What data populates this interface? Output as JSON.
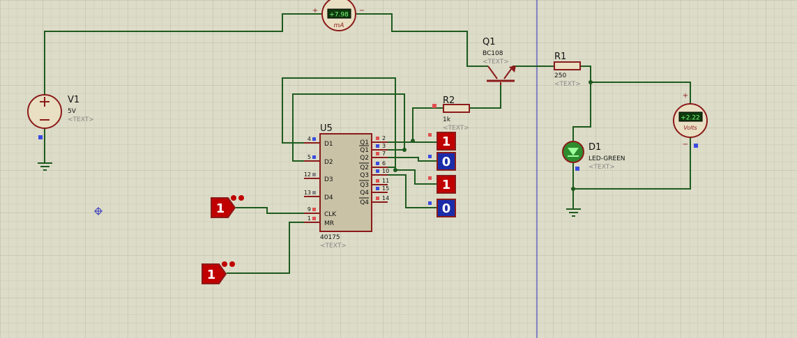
{
  "schematic": {
    "ammeter": {
      "reading": "+7.98",
      "unit": "mA",
      "plus": "+",
      "minus": "−"
    },
    "voltmeter": {
      "reading": "+2.22",
      "unit": "Volts",
      "plus": "+",
      "minus": "−"
    },
    "transistor": {
      "ref": "Q1",
      "value": "BC108",
      "text": "<TEXT>"
    },
    "r1": {
      "ref": "R1",
      "value": "250",
      "text": "<TEXT>"
    },
    "r2": {
      "ref": "R2",
      "value": "1k",
      "text": "<TEXT>"
    },
    "v1": {
      "ref": "V1",
      "value": "5V",
      "text": "<TEXT>"
    },
    "d1": {
      "ref": "D1",
      "value": "LED-GREEN",
      "text": "<TEXT>"
    },
    "ic": {
      "ref": "U5",
      "value": "40175",
      "text": "<TEXT>",
      "left_pins": [
        {
          "num": "4",
          "label": "D1"
        },
        {
          "num": "5",
          "label": "D2"
        },
        {
          "num": "12",
          "label": "D3"
        },
        {
          "num": "13",
          "label": "D4"
        },
        {
          "num": "9",
          "label": "CLK"
        },
        {
          "num": "1",
          "label": "MR"
        }
      ],
      "right_pins": [
        {
          "num": "2",
          "label": "Q1"
        },
        {
          "num": "3",
          "label": "Q1"
        },
        {
          "num": "7",
          "label": "Q2"
        },
        {
          "num": "6",
          "label": "Q2"
        },
        {
          "num": "10",
          "label": "Q3"
        },
        {
          "num": "11",
          "label": "Q3"
        },
        {
          "num": "15",
          "label": "Q4"
        },
        {
          "num": "14",
          "label": "Q4"
        }
      ]
    },
    "probes": [
      "1",
      "0",
      "1",
      "0"
    ],
    "logic_states": [
      "1",
      "1"
    ]
  }
}
